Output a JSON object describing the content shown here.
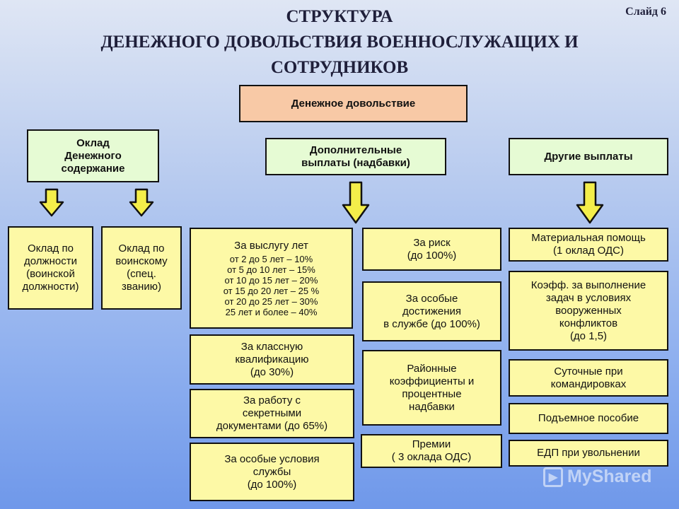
{
  "header": {
    "title_lines": [
      "СТРУКТУРА",
      "ДЕНЕЖНОГО ДОВОЛЬСТВИЯ ВОЕННОСЛУЖАЩИХ И",
      "СОТРУДНИКОВ"
    ],
    "slide_label": "Слайд 6"
  },
  "root": {
    "label": "Денежное довольствие"
  },
  "categories": {
    "salary": {
      "label_lines": [
        "Оклад",
        "Денежного",
        "содержание"
      ]
    },
    "additional": {
      "label_lines": [
        "Дополнительные",
        "выплаты (надбавки)"
      ]
    },
    "other": {
      "label": "Другие выплаты"
    }
  },
  "salary_items": [
    {
      "lines": [
        "Оклад по",
        "должности",
        "(воинской",
        "должности)"
      ]
    },
    {
      "lines": [
        "Оклад по",
        "воинскому",
        "(спец.",
        "званию)"
      ]
    }
  ],
  "additional_col1": {
    "seniority": {
      "title": "За выслугу лет",
      "tiers": [
        "от 2 до 5 лет – 10%",
        "от 5 до 10 лет – 15%",
        "от 10 до 15 лет – 20%",
        "от 15 до 20 лет – 25 %",
        "от 20 до 25 лет – 30%",
        "25 лет и более – 40%"
      ]
    },
    "qualification": {
      "lines": [
        "За классную",
        "квалификацию",
        "(до 30%)"
      ]
    },
    "secret": {
      "lines": [
        "За работу с",
        "секретными",
        "документами (до 65%)"
      ]
    },
    "special_conditions": {
      "lines": [
        "За особые условия",
        "службы",
        "(до 100%)"
      ]
    }
  },
  "additional_col2": {
    "risk": {
      "lines": [
        "За риск",
        "(до 100%)"
      ]
    },
    "achievements": {
      "lines": [
        "За особые",
        "достижения",
        "в службе (до 100%)"
      ]
    },
    "regional": {
      "lines": [
        "Районные",
        "коэффициенты и",
        "процентные",
        "надбавки"
      ]
    },
    "bonus": {
      "lines": [
        "Премии",
        "( 3 оклада ОДС)"
      ]
    }
  },
  "other_items": {
    "material": {
      "lines": [
        "Материальная помощь",
        "(1 оклад ОДС)"
      ]
    },
    "conflict": {
      "lines": [
        "Коэфф. за выполнение",
        "задач в условиях",
        "вооруженных",
        "конфликтов",
        "(до 1,5)"
      ]
    },
    "travel": {
      "lines": [
        "Суточные при",
        "командировках"
      ]
    },
    "relocation": {
      "lines": [
        "Подъемное пособие"
      ]
    },
    "discharge": {
      "lines": [
        "ЕДП при увольнении"
      ]
    }
  },
  "watermark": {
    "text": "MyShared"
  }
}
